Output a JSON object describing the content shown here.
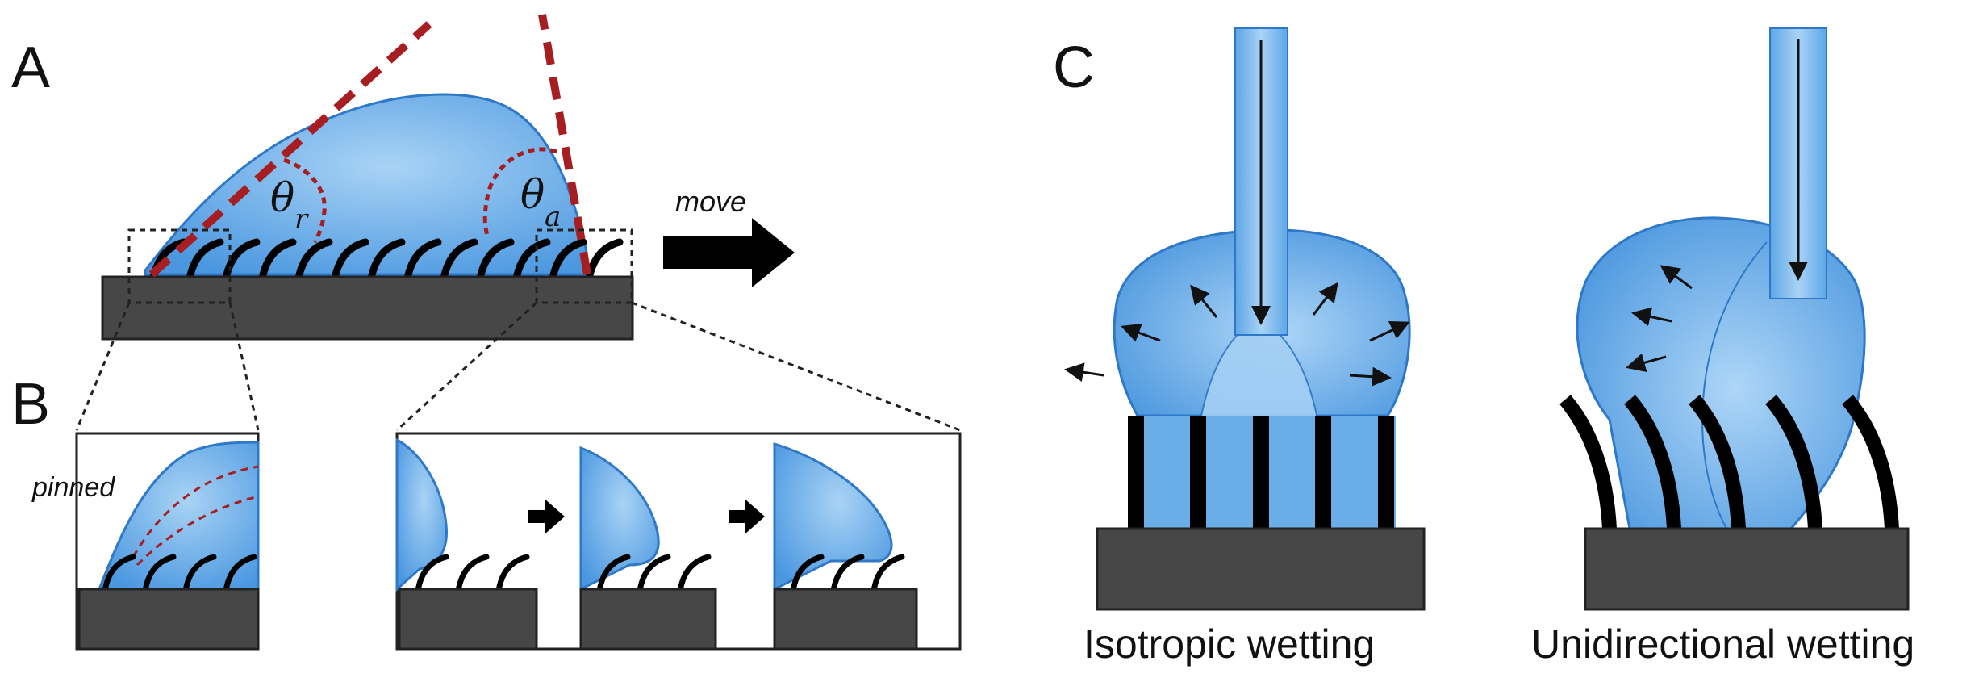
{
  "panels": {
    "a": "A",
    "b": "B",
    "c": "C"
  },
  "panel_a": {
    "theta_symbol": "θ",
    "receding_subscript": "r",
    "advancing_subscript": "a",
    "move_label": "move"
  },
  "panel_b": {
    "pinned_label": "pinned"
  },
  "panel_c": {
    "left_caption": "Isotropic wetting",
    "right_caption": "Unidirectional wetting"
  },
  "colors": {
    "water_light": "#9fcbf1",
    "water_mid": "#62a8e6",
    "water_edge": "#2f78c8",
    "substrate": "#474747",
    "pillar": "#000000",
    "contact_angle_line": "#a61e22"
  }
}
